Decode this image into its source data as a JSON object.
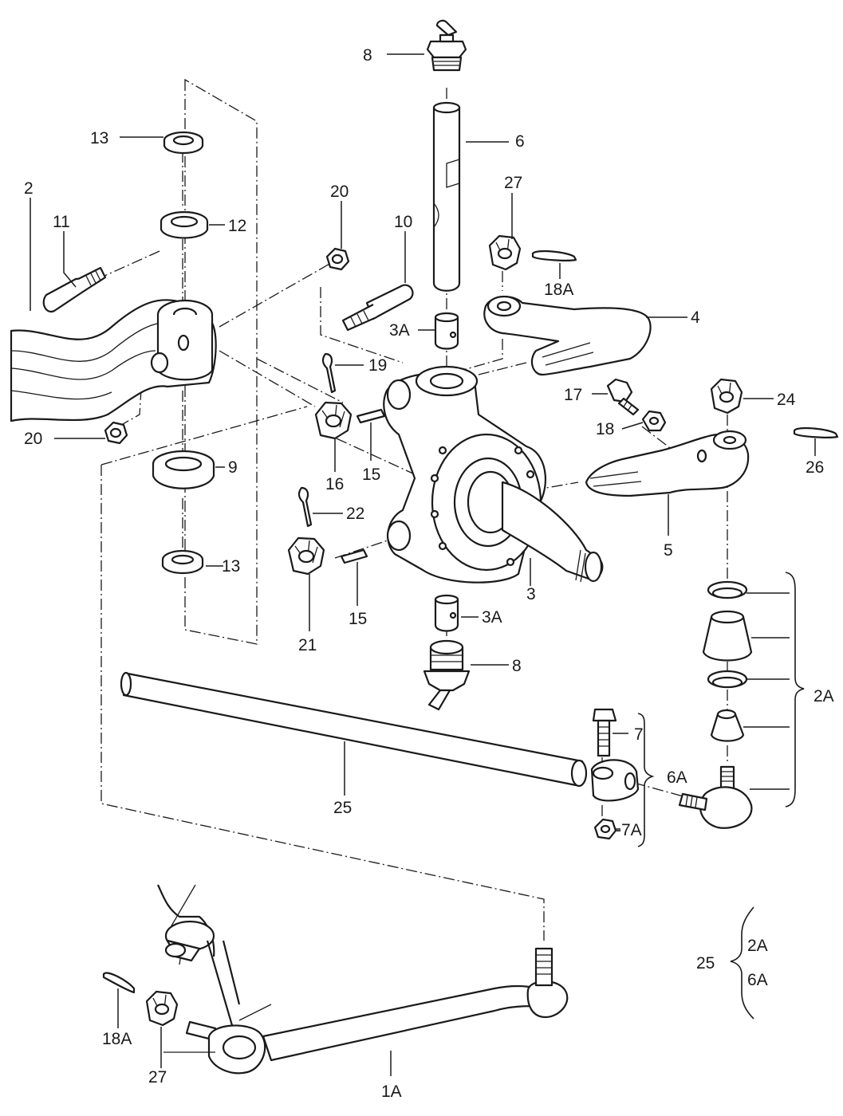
{
  "callouts": {
    "c1A": "1A",
    "c2": "2",
    "c2A": "2A",
    "c3": "3",
    "c3A_top": "3A",
    "c3A_bot": "3A",
    "c4": "4",
    "c5": "5",
    "c6": "6",
    "c6A": "6A",
    "c7": "7",
    "c7A": "-7A",
    "c8_top": "8",
    "c8_bot": "8",
    "c9": "9",
    "c10": "10",
    "c11": "11",
    "c12": "12",
    "c13_top": "13",
    "c13_bot": "13",
    "c15_a": "15",
    "c15_b": "15",
    "c16": "16",
    "c17": "17",
    "c18": "18",
    "c18A_top": "18A",
    "c18A_bot": "18A",
    "c19": "19",
    "c20_top": "20",
    "c20_left": "20",
    "c21": "21",
    "c22": "22",
    "c24": "24",
    "c25": "25",
    "c26": "26",
    "c27_top": "27",
    "c27_bot": "27"
  },
  "legend": {
    "main": "25",
    "item1": "2A",
    "item2": "6A"
  }
}
